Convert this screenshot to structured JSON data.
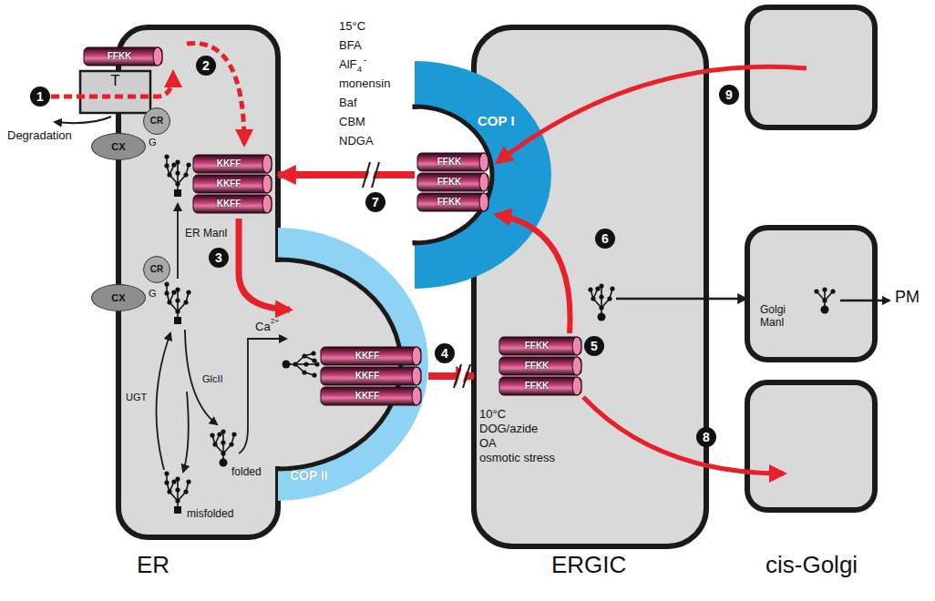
{
  "diagram": {
    "nodes": [
      {
        "text": [
          "ER"
        ]
      },
      {
        "text": [
          "T"
        ]
      },
      {
        "text": [
          "CR"
        ],
        "in": 0
      },
      {
        "text": [
          "CX"
        ],
        "in": 0
      },
      {
        "text": [
          "CR"
        ],
        "in": 0
      },
      {
        "text": [
          "CX"
        ],
        "in": 0
      },
      {
        "text": [
          "COP II"
        ]
      },
      {
        "text": [
          "COP I"
        ]
      },
      {
        "text": [
          "ERGIC"
        ]
      },
      {
        "text": [
          "Golgi ManI"
        ]
      }
    ],
    "edges": [
      {
        "from": 6,
        "to": 8,
        "arrow": "to"
      },
      {
        "from": 7,
        "to": 0,
        "arrow": "to"
      },
      {
        "from": 8,
        "to": 9,
        "arrow": "to"
      }
    ],
    "labels": [
      "1",
      "2",
      "3",
      "4",
      "5",
      "6",
      "7",
      "8",
      "9",
      "FFKK",
      "KKFF",
      "KKFF",
      "KKFF",
      "KKFF",
      "KKFF",
      "KKFF",
      "FFKK",
      "FFKK",
      "FFKK",
      "FFKK",
      "FFKK",
      "FFKK",
      "15°C",
      "BFA",
      "AlF",
      "4",
      "-",
      "monensin",
      "Baf",
      "CBM",
      "NDGA",
      "10°C",
      "DOG/azide",
      "OA",
      "osmotic stress",
      "Degradation",
      "G",
      "G",
      "ER ManI",
      "UGT",
      "GlcII",
      "misfolded",
      "folded",
      "Ca",
      "2+",
      "PM",
      "cis-Golgi"
    ]
  }
}
